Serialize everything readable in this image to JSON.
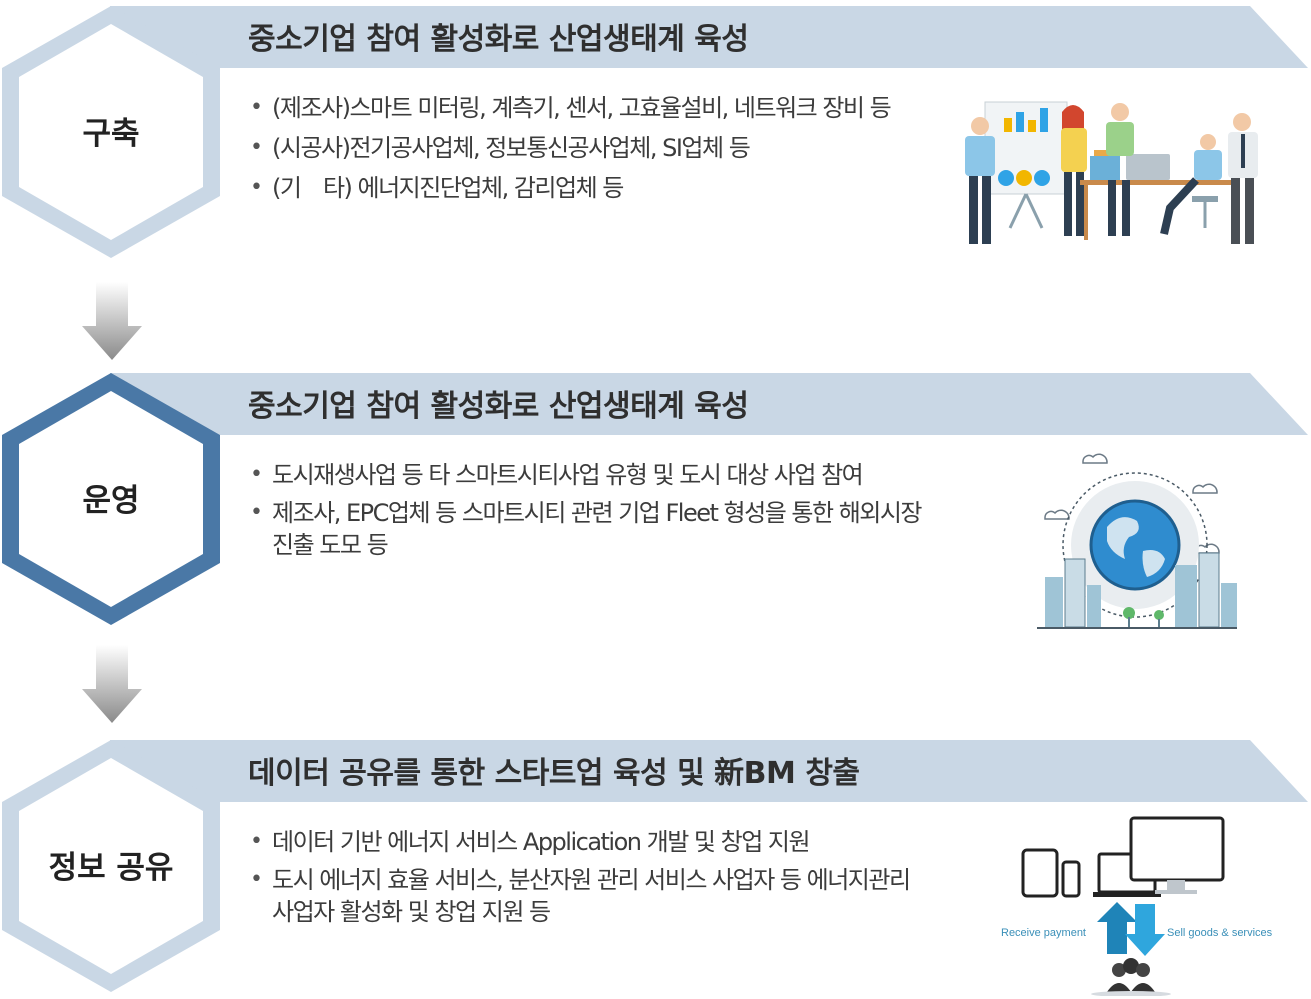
{
  "sections": [
    {
      "label": "구축",
      "title": "중소기업 참여 활성화로 산업생태계 육성",
      "bullets": [
        "(제조사)스마트 미터링, 계측기, 센서, 고효율설비, 네트워크 장비 등",
        "(시공사)전기공사업체, 정보통신공사업체, SI업체 등",
        "(기　타) 에너지진단업체, 감리업체 등"
      ]
    },
    {
      "label": "운영",
      "title": "중소기업 참여 활성화로 산업생태계 육성",
      "bullets": [
        "도시재생사업 등 타 스마트시티사업 유형 및 도시 대상 사업 참여",
        "제조사, EPC업체 등 스마트시티 관련 기업 Fleet 형성을 통한 해외시장 진출 도모 등"
      ]
    },
    {
      "label": "정보 공유",
      "title": "데이터 공유를 통한 스타트업 육성 및 新BM 창출",
      "bullets": [
        "데이터 기반 에너지 서비스 Application 개발 및 창업 지원",
        "도시 에너지 효율 서비스, 분산자원 관리 서비스 사업자 등 에너지관리 사업자 활성화 및 창업 지원 등"
      ]
    }
  ],
  "illustration3": {
    "left_caption": "Receive payment",
    "right_caption": "Sell goods & services"
  },
  "colors": {
    "band": "#c9d7e5",
    "hex_light": "#c9d7e5",
    "hex_dark": "#4a78a6",
    "arrow": "#8a8a8a"
  }
}
